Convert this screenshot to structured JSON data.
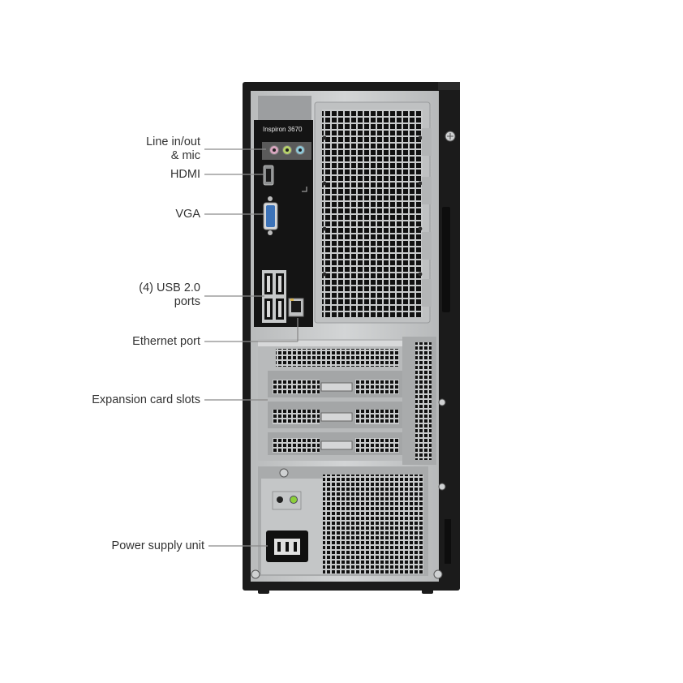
{
  "model": "Inspiron 3670",
  "callouts": {
    "audio": [
      "Line in/out",
      "& mic"
    ],
    "hdmi": "HDMI",
    "vga": "VGA",
    "usb": [
      "(4) USB 2.0",
      "ports"
    ],
    "ethernet": "Ethernet port",
    "expansion": "Expansion card slots",
    "psu": "Power supply unit"
  },
  "colors": {
    "chassis": "#1b1b1b",
    "panel": "#c9cbcc",
    "io_panel": "#141414",
    "leader": "#8a8a8a",
    "jack_pink": "#d9a6bf",
    "jack_green": "#b8d36a",
    "jack_blue": "#8fc8d8",
    "led_green": "#8ccf3a"
  }
}
